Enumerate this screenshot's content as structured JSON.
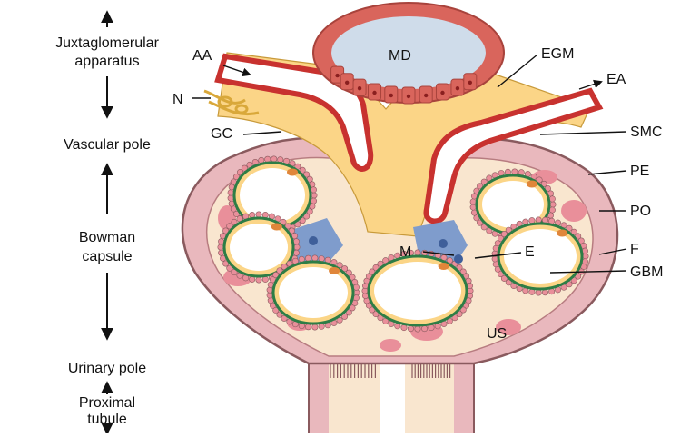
{
  "figure": {
    "left_labels": {
      "juxtaglomerular_line1": "Juxtaglomerular",
      "juxtaglomerular_line2": "apparatus",
      "vascular_pole": "Vascular pole",
      "bowman_line1": "Bowman",
      "bowman_line2": "capsule",
      "urinary_pole": "Urinary pole",
      "proximal_line1": "Proximal",
      "proximal_line2": "tubule"
    },
    "structure_labels": {
      "aa": "AA",
      "md": "MD",
      "egm": "EGM",
      "ea": "EA",
      "n": "N",
      "gc": "GC",
      "smc": "SMC",
      "pe": "PE",
      "po": "PO",
      "m": "M",
      "e": "E",
      "f": "F",
      "gbm": "GBM",
      "us": "US"
    },
    "colors": {
      "capsule_wall": "#e9b8bd",
      "capsule_outline": "#8a5a5e",
      "urinary_space": "#f9e6cf",
      "mesangium": "#fbd587",
      "lumen": "#ffffff",
      "basement_membrane": "#2e7d46",
      "endothelium": "#c8322f",
      "podocyte": "#e98f9a",
      "mesangial_cell": "#7f9ccc",
      "macula_densa": "#cfdcea",
      "nerve": "#d9a83a"
    }
  }
}
